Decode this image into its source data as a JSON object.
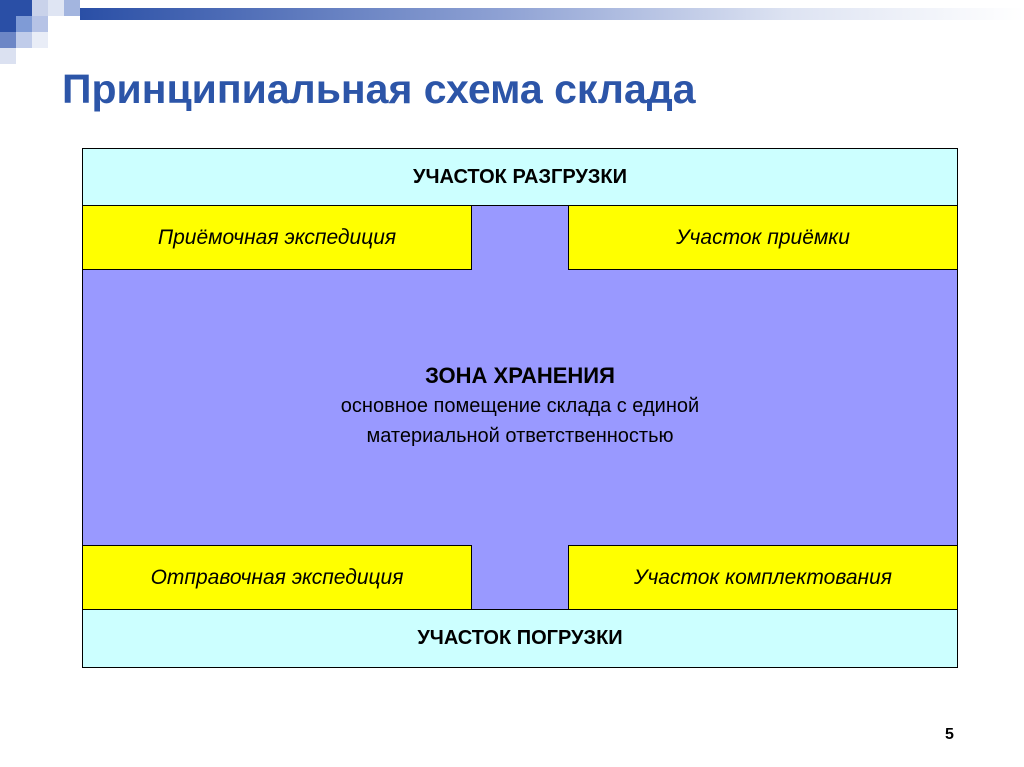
{
  "slide": {
    "title": "Принципиальная схема склада",
    "page_number": "5"
  },
  "diagram": {
    "unloading": "УЧАСТОК РАЗГРУЗКИ",
    "receiving_expedition": "Приёмочная экспедиция",
    "acceptance_area": "Участок приёмки",
    "storage_zone": {
      "title": "ЗОНА ХРАНЕНИЯ",
      "line1": "основное помещение склада с единой",
      "line2": "материальной ответственностью"
    },
    "shipping_expedition": "Отправочная экспедиция",
    "picking_area": "Участок комплектования",
    "loading": "УЧАСТОК ПОГРУЗКИ"
  },
  "colors": {
    "title": "#2c55a8",
    "storage": "#9999ff",
    "dock": "#ccffff",
    "area": "#ffff00"
  }
}
